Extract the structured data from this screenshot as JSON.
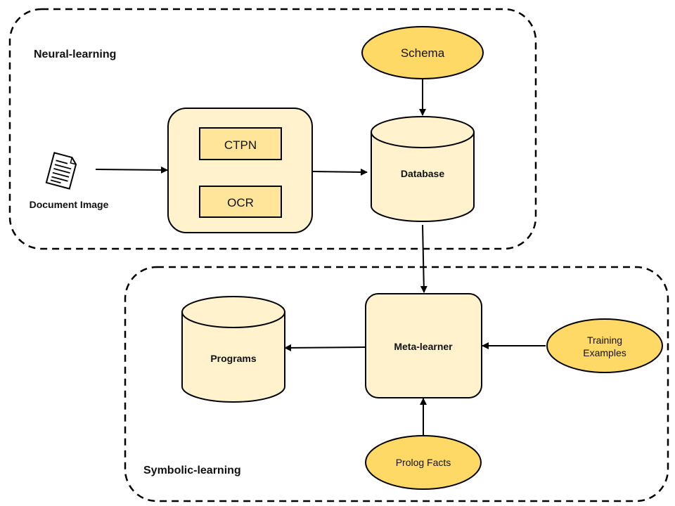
{
  "groups": {
    "neural": "Neural-learning",
    "symbolic": "Symbolic-learning"
  },
  "nodes": {
    "document_image": "Document Image",
    "ctpn": "CTPN",
    "ocr": "OCR",
    "schema": "Schema",
    "database": "Database",
    "meta_learner": "Meta-learner",
    "programs": "Programs",
    "training_examples": [
      "Training",
      "Examples"
    ],
    "prolog_facts": "Prolog Facts"
  },
  "icons": {
    "document": "document-icon"
  },
  "colors": {
    "node_fill": "#fff2cc",
    "inner_box_fill": "#ffe599",
    "ellipse_fill": "#ffd966",
    "stroke": "#000000"
  }
}
